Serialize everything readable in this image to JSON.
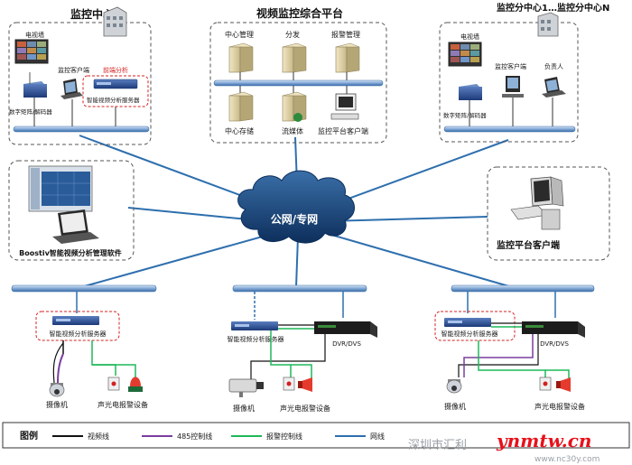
{
  "monitoring_center": {
    "title": "监控中心",
    "tv_wall": "电视墙",
    "client": "监控客户端",
    "frontend_analysis": "前端分析",
    "matrix": "数字矩阵/解码器",
    "server": "智能视频分析服务器"
  },
  "platform": {
    "title": "视频监控综合平台",
    "central_mgmt": "中心管理",
    "distribution": "分发",
    "alarm_mgmt": "报警管理",
    "central_storage": "中心存储",
    "streaming": "流媒体",
    "client": "监控平台客户端"
  },
  "subcenter": {
    "title": "监控分中心1…监控分中心N",
    "tv_wall": "电视墙",
    "client": "监控客户端",
    "manager": "负责人",
    "matrix": "数字矩阵/解码器"
  },
  "software": {
    "title": "Boostiv智能视频分析管理软件"
  },
  "platform_client": {
    "title": "监控平台客户端"
  },
  "cloud": {
    "label": "公网/专网"
  },
  "site1": {
    "server": "智能视频分析服务器",
    "camera": "摄像机",
    "alarm": "声光电报警设备"
  },
  "site2": {
    "server": "智能视频分析服务器",
    "dvr": "DVR/DVS",
    "camera": "摄像机",
    "alarm": "声光电报警设备"
  },
  "site3": {
    "server": "智能视频分析服务器",
    "dvr": "DVR/DVS",
    "camera": "摄像机",
    "alarm": "声光电报警设备"
  },
  "legend": {
    "title": "图例",
    "items": [
      {
        "label": "视频线",
        "color": "#111111"
      },
      {
        "label": "485控制线",
        "color": "#7a3d9e"
      },
      {
        "label": "报警控制线",
        "color": "#1fb85a"
      },
      {
        "label": "网线",
        "color": "#2e6fae"
      }
    ]
  },
  "watermark": {
    "company": "深圳市汇利",
    "site": "ynmtw.cn",
    "url": "www.nc30y.com"
  }
}
